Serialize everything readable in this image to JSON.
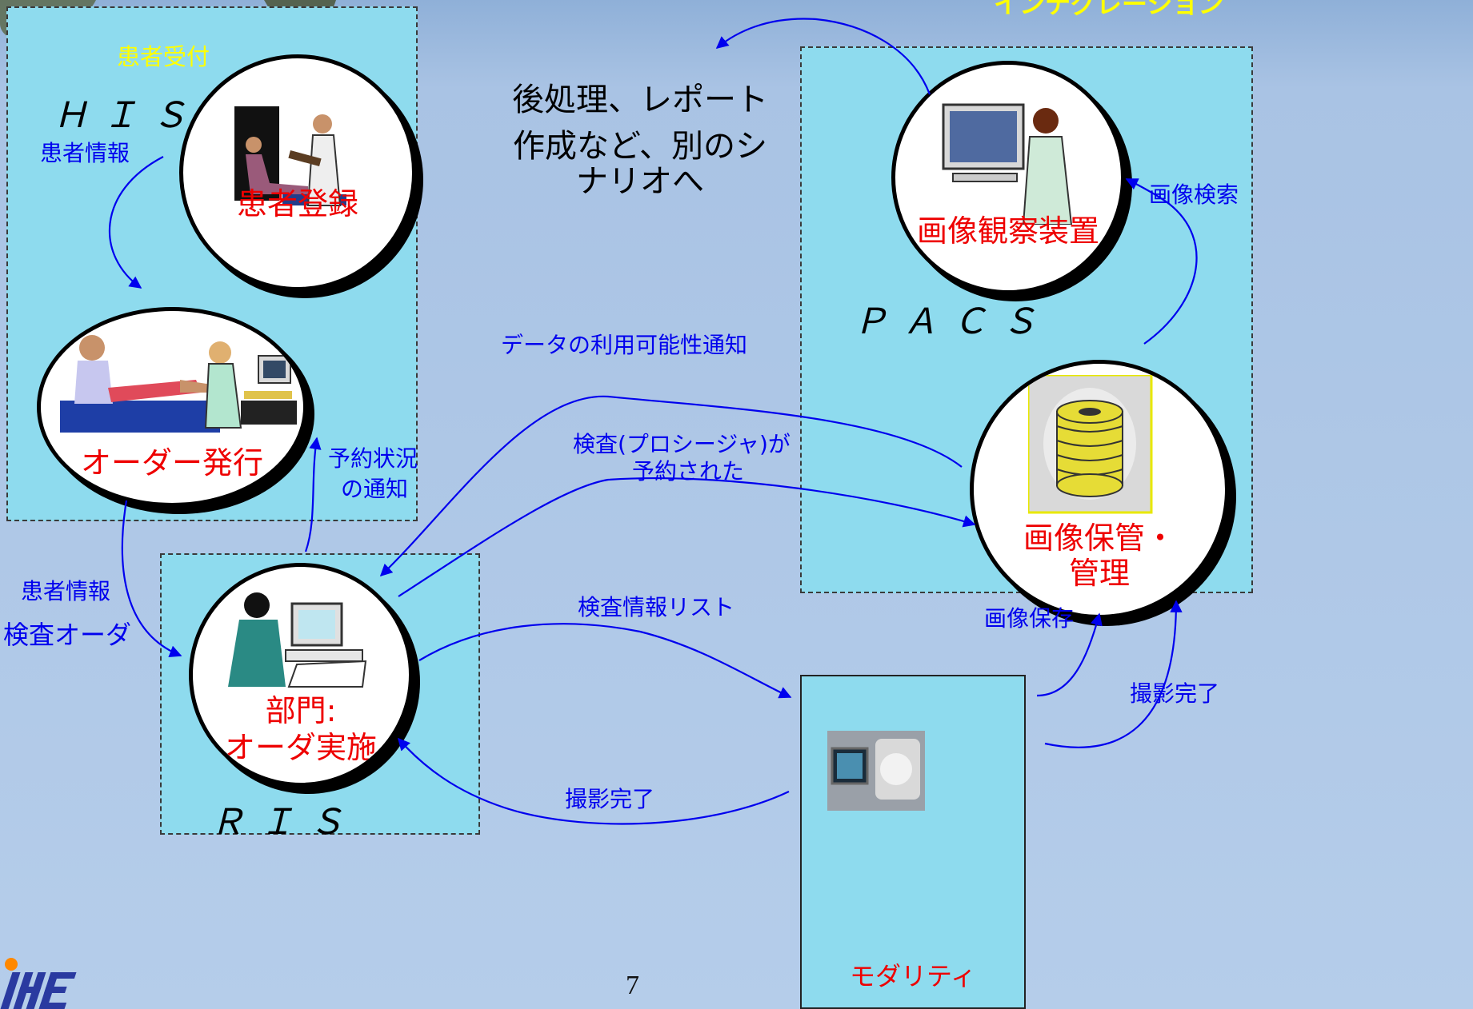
{
  "header": {
    "top_right_text": "インテグレーション"
  },
  "his": {
    "title": "ＨＩＳ",
    "reception_label": "患者受付",
    "patient_info_label": "患者情報",
    "patient_registration": "患者登録",
    "order_placer": "オーダー発行"
  },
  "ris": {
    "title": "ＲＩＳ",
    "department_line1": "部門:",
    "department_line2": "オーダ実施"
  },
  "pacs": {
    "title": "ＰＡＣＳ",
    "image_display": "画像観察装置",
    "image_manager_line1": "画像保管・",
    "image_manager_line2": "管理"
  },
  "modality": {
    "label": "モダリティ"
  },
  "post_processing": {
    "line1": "後処理、レポート",
    "line2": "作成など、別のシ",
    "line3": "ナリオへ"
  },
  "flows": {
    "order_status_line1": "予約状況",
    "order_status_line2": "の通知",
    "patient_info": "患者情報",
    "exam_order": "検査オーダ",
    "data_availability": "データの利用可能性通知",
    "procedure_scheduled_line1": "検査(プロシージャ)が",
    "procedure_scheduled_line2": "予約された",
    "worklist": "検査情報リスト",
    "image_query": "画像検索",
    "image_storage": "画像保存",
    "performed_to_ris": "撮影完了",
    "performed_to_pacs": "撮影完了"
  },
  "footer": {
    "page_number": "7",
    "logo_text": "IHE"
  },
  "colors": {
    "region_fill": "#8edbee",
    "arrow": "#0000ee",
    "actor_label": "#ee0000",
    "flow_label": "#0000ee",
    "reception_label": "#ffff00",
    "background": "#b5cdea"
  }
}
